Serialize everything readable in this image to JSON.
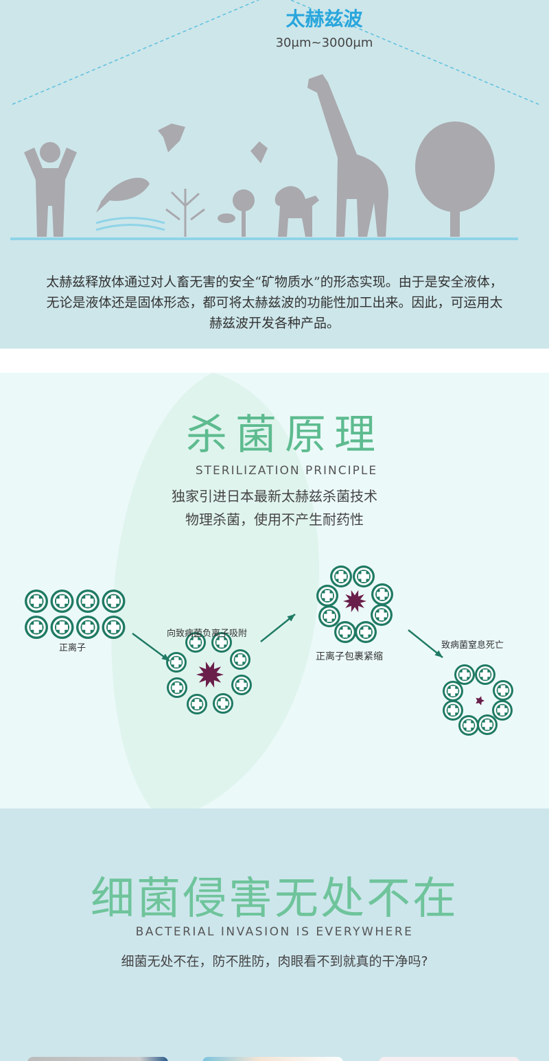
{
  "section1": {
    "title": "太赫兹波",
    "range": "30μm~3000μm",
    "description": "太赫兹释放体通过对人畜无害的安全“矿物质水”的形态实现。由于是安全液体，无论是液体还是固体形态，都可将太赫兹波的功能性加工出来。因此，可运用太赫兹波开发各种产品。"
  },
  "section2": {
    "title": "杀菌原理",
    "subtitle_en": "STERILIZATION PRINCIPLE",
    "line1": "独家引进日本最新太赫兹杀菌技术",
    "line2": "物理杀菌，使用不产生耐药性",
    "steps": [
      "正离子",
      "向致病菌负离子吸附",
      "正离子包裹紧缩",
      "致病菌窒息死亡"
    ]
  },
  "section3": {
    "title": "细菌侵害无处不在",
    "subtitle_en": "BACTERIAL INVASION IS EVERYWHERE",
    "line": "细菌无处不在，防不胜防，肉眼看不到就真的干净吗?"
  },
  "colors": {
    "accent_green": "#5dbb8f",
    "ion_green": "#1f7a63",
    "bacteria": "#6a1f4a",
    "title_blue": "#29a6dc"
  }
}
